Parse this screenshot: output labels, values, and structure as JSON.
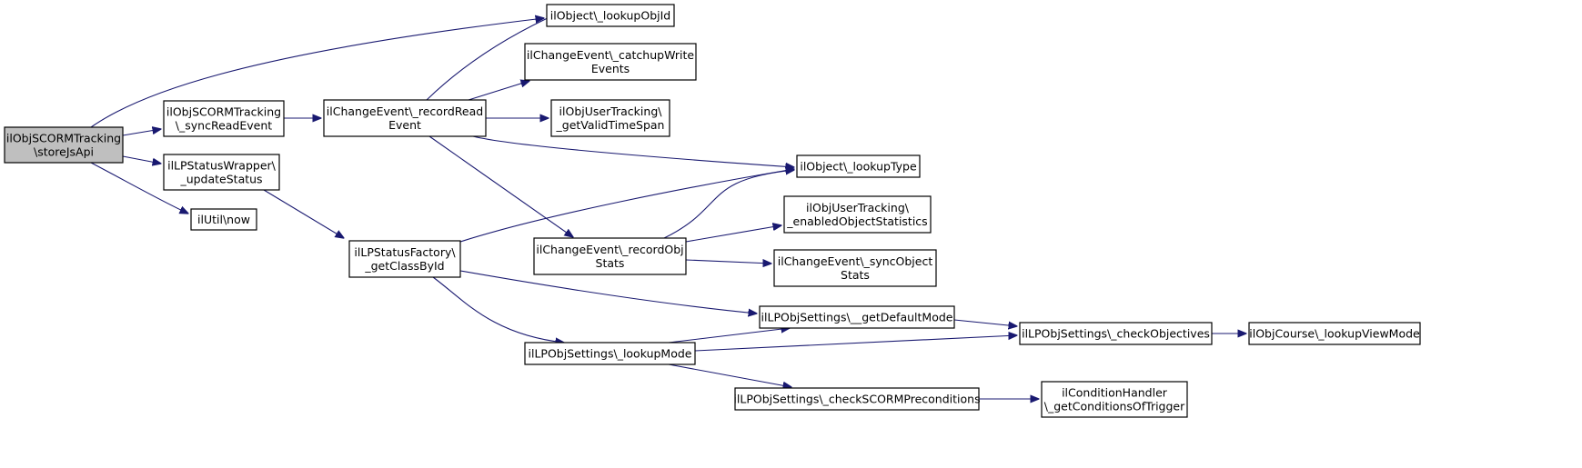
{
  "graph": {
    "root_id": "store_js_api",
    "edge_color": "#191970",
    "root_fill": "#bfbfbf",
    "nodes": [
      {
        "id": "store_js_api",
        "lines": [
          "ilObjSCORMTracking",
          "\\storeJsApi"
        ]
      },
      {
        "id": "sync_read_event",
        "lines": [
          "ilObjSCORMTracking",
          "\\_syncReadEvent"
        ]
      },
      {
        "id": "update_status",
        "lines": [
          "ilLPStatusWrapper\\",
          "_updateStatus"
        ]
      },
      {
        "id": "util_now",
        "lines": [
          "ilUtil\\now"
        ]
      },
      {
        "id": "record_read_event",
        "lines": [
          "ilChangeEvent\\_recordRead",
          "Event"
        ]
      },
      {
        "id": "get_class_by_id",
        "lines": [
          "ilLPStatusFactory\\",
          "_getClassById"
        ]
      },
      {
        "id": "lookup_obj_id",
        "lines": [
          "ilObject\\_lookupObjId"
        ]
      },
      {
        "id": "catchup_write_events",
        "lines": [
          "ilChangeEvent\\_catchupWrite",
          "Events"
        ]
      },
      {
        "id": "get_valid_time_span",
        "lines": [
          "ilObjUserTracking\\",
          "_getValidTimeSpan"
        ]
      },
      {
        "id": "record_obj_stats",
        "lines": [
          "ilChangeEvent\\_recordObj",
          "Stats"
        ]
      },
      {
        "id": "lookup_mode",
        "lines": [
          "ilLPObjSettings\\_lookupMode"
        ]
      },
      {
        "id": "lookup_type",
        "lines": [
          "ilObject\\_lookupType"
        ]
      },
      {
        "id": "enabled_object_statistics",
        "lines": [
          "ilObjUserTracking\\",
          "_enabledObjectStatistics"
        ]
      },
      {
        "id": "sync_object_stats",
        "lines": [
          "ilChangeEvent\\_syncObject",
          "Stats"
        ]
      },
      {
        "id": "get_default_mode",
        "lines": [
          "ilLPObjSettings\\__getDefaultMode"
        ]
      },
      {
        "id": "check_scorm_preconditions",
        "lines": [
          "ilLPObjSettings\\_checkSCORMPreconditions"
        ]
      },
      {
        "id": "check_objectives",
        "lines": [
          "ilLPObjSettings\\_checkObjectives"
        ]
      },
      {
        "id": "get_conditions_of_trigger",
        "lines": [
          "ilConditionHandler",
          "\\_getConditionsOfTrigger"
        ]
      },
      {
        "id": "lookup_view_mode",
        "lines": [
          "ilObjCourse\\_lookupViewMode"
        ]
      }
    ],
    "edges": [
      {
        "from": "store_js_api",
        "to": "lookup_obj_id"
      },
      {
        "from": "store_js_api",
        "to": "sync_read_event"
      },
      {
        "from": "store_js_api",
        "to": "update_status"
      },
      {
        "from": "store_js_api",
        "to": "util_now"
      },
      {
        "from": "sync_read_event",
        "to": "record_read_event"
      },
      {
        "from": "record_read_event",
        "to": "lookup_obj_id"
      },
      {
        "from": "record_read_event",
        "to": "catchup_write_events"
      },
      {
        "from": "record_read_event",
        "to": "get_valid_time_span"
      },
      {
        "from": "record_read_event",
        "to": "lookup_type"
      },
      {
        "from": "record_read_event",
        "to": "record_obj_stats"
      },
      {
        "from": "update_status",
        "to": "get_class_by_id"
      },
      {
        "from": "get_class_by_id",
        "to": "lookup_type"
      },
      {
        "from": "get_class_by_id",
        "to": "get_default_mode"
      },
      {
        "from": "get_class_by_id",
        "to": "lookup_mode"
      },
      {
        "from": "record_obj_stats",
        "to": "lookup_type"
      },
      {
        "from": "record_obj_stats",
        "to": "enabled_object_statistics"
      },
      {
        "from": "record_obj_stats",
        "to": "sync_object_stats"
      },
      {
        "from": "lookup_mode",
        "to": "get_default_mode"
      },
      {
        "from": "lookup_mode",
        "to": "check_objectives"
      },
      {
        "from": "lookup_mode",
        "to": "check_scorm_preconditions"
      },
      {
        "from": "get_default_mode",
        "to": "check_objectives"
      },
      {
        "from": "check_objectives",
        "to": "lookup_view_mode"
      },
      {
        "from": "check_scorm_preconditions",
        "to": "get_conditions_of_trigger"
      }
    ]
  }
}
